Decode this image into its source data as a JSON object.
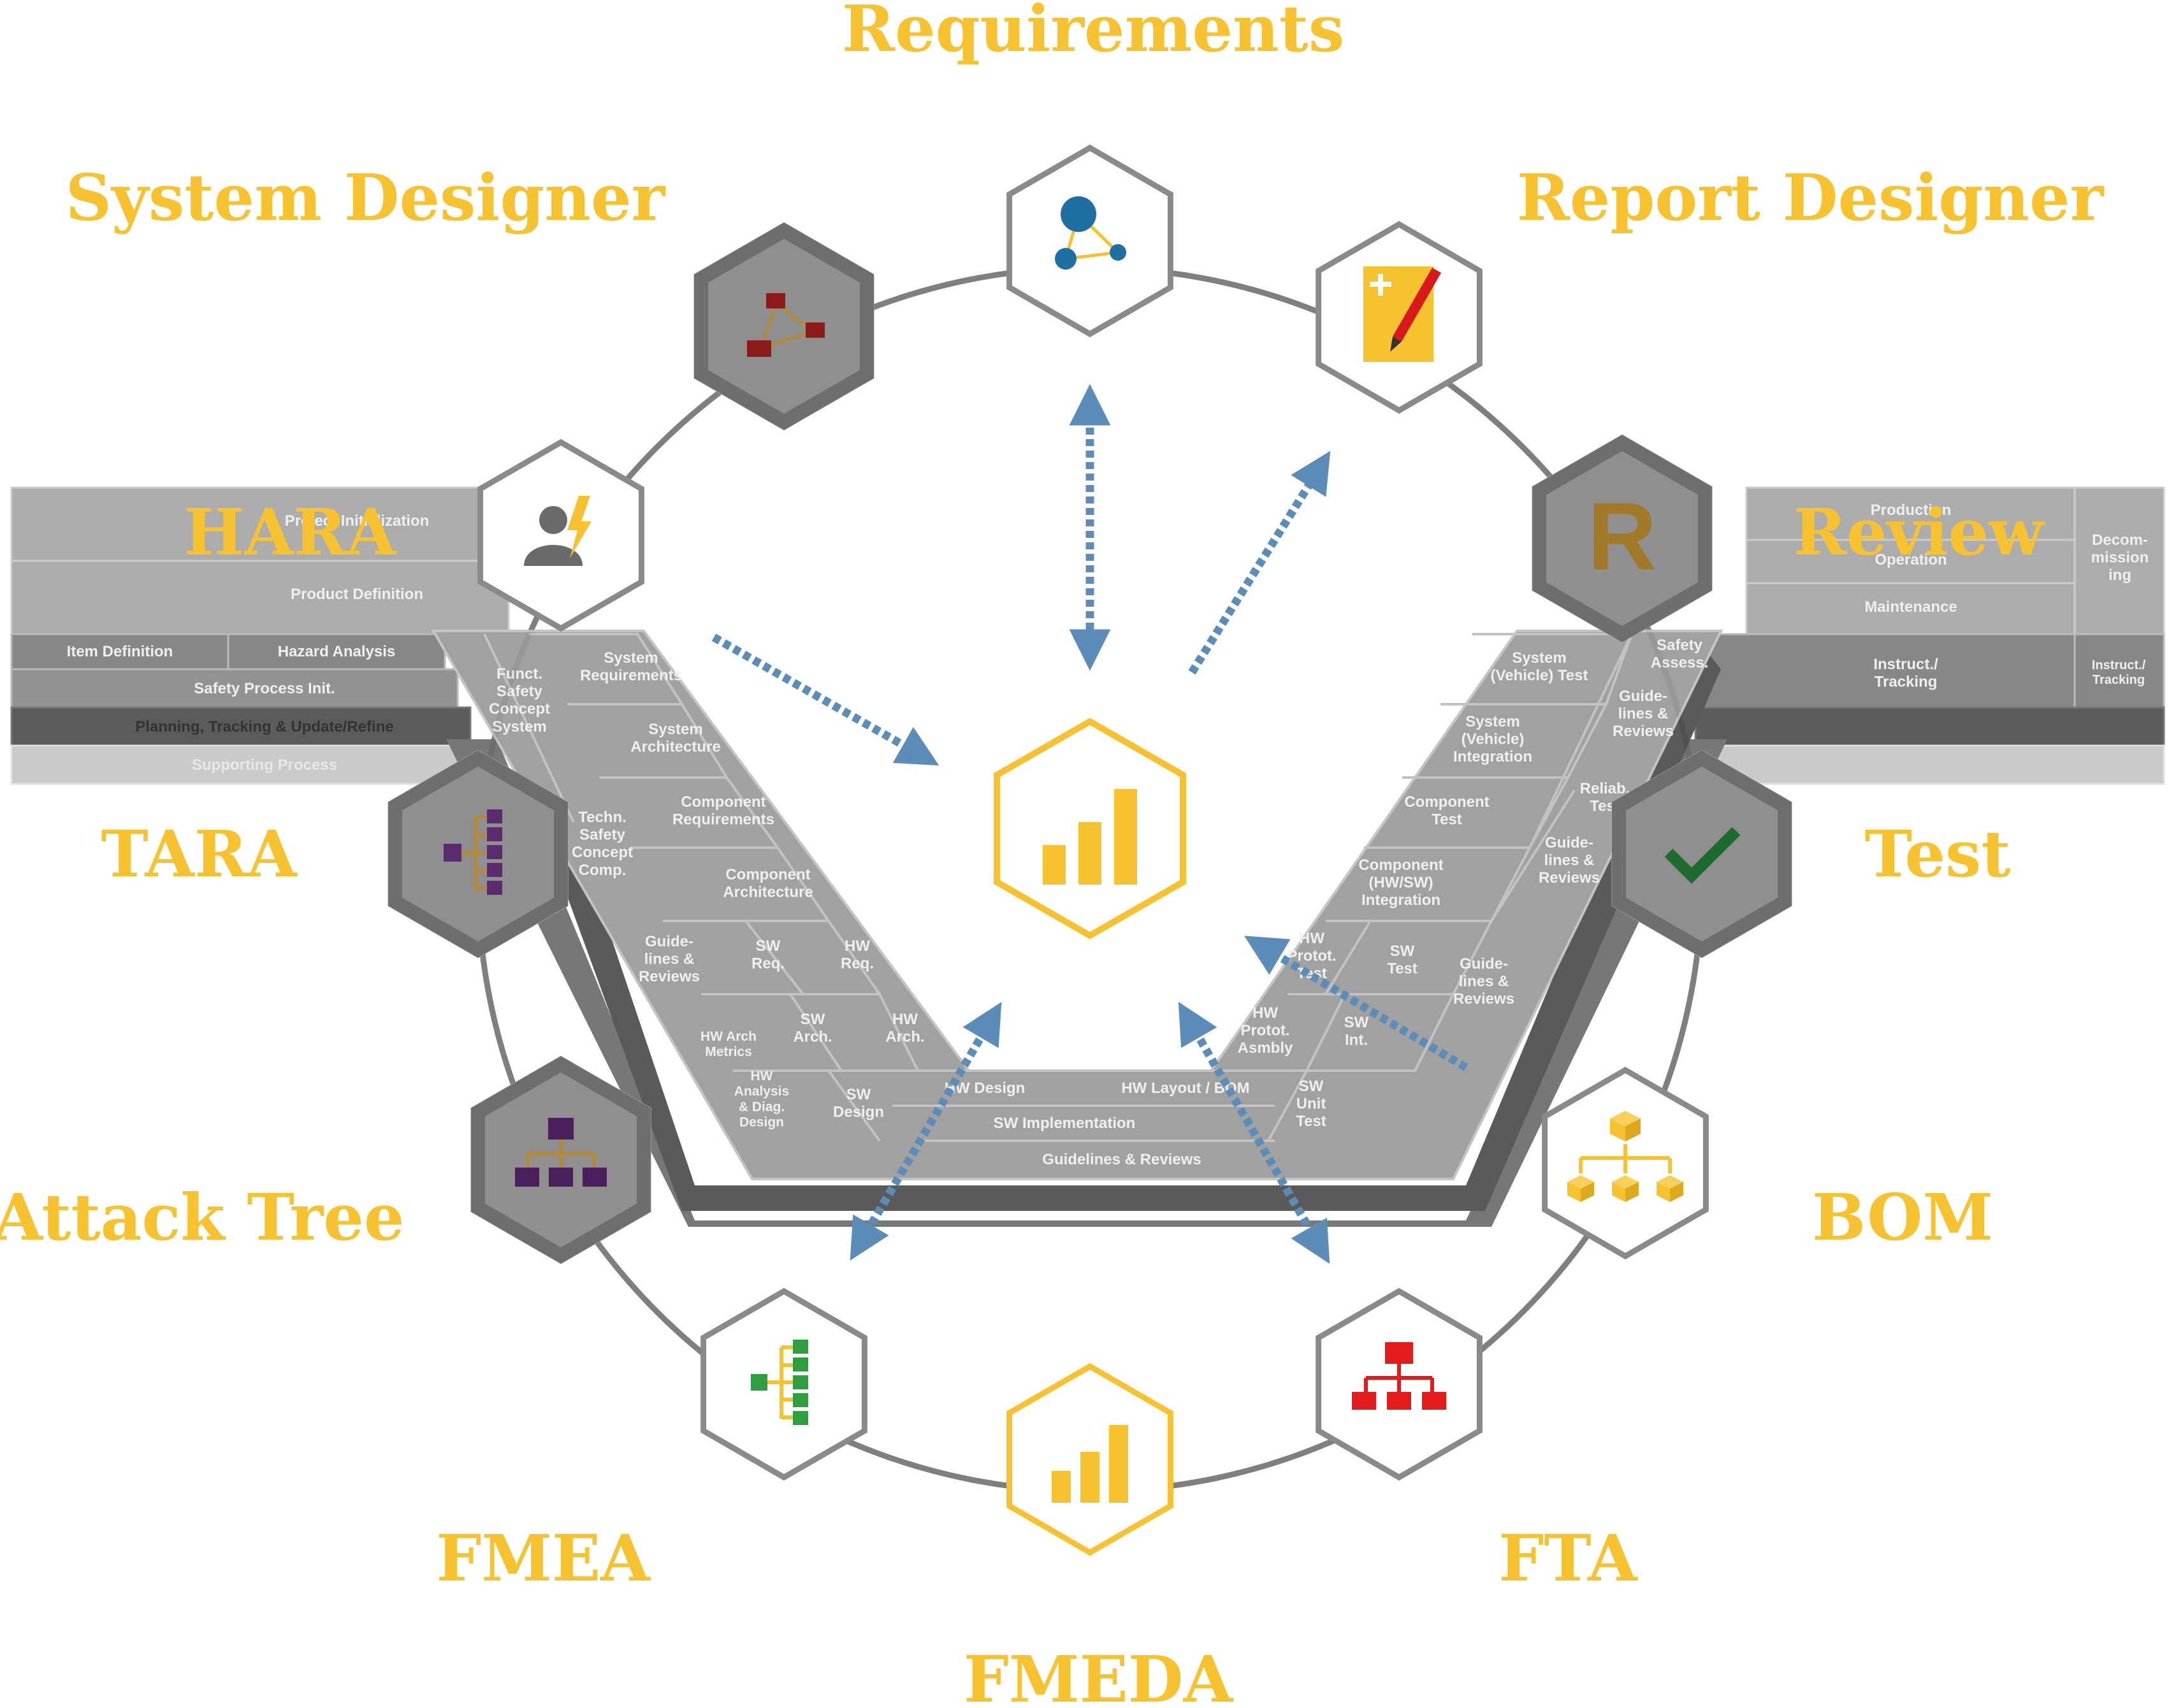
{
  "colors": {
    "accent": "#F7C22F",
    "arrow": "#5B8DB8",
    "hex_stroke_light": "#8a8a8a",
    "hex_fill_dark": "#8f8f8f",
    "v_panel": "#9a9a9a",
    "v_shadow": "#5a5a5a"
  },
  "nodes": [
    {
      "id": "requirements",
      "label": "Requirements",
      "icon": "requirements-graph-icon",
      "style": "light"
    },
    {
      "id": "report-designer",
      "label": "Report Designer",
      "icon": "report-pencil-icon",
      "style": "light"
    },
    {
      "id": "review",
      "label": "Review",
      "icon": "review-r-icon",
      "style": "dark"
    },
    {
      "id": "test",
      "label": "Test",
      "icon": "checkmark-icon",
      "style": "dark"
    },
    {
      "id": "bom",
      "label": "BOM",
      "icon": "bom-cubes-icon",
      "style": "light"
    },
    {
      "id": "fta",
      "label": "FTA",
      "icon": "fault-tree-icon",
      "style": "light"
    },
    {
      "id": "fmeda",
      "label": "FMEDA",
      "icon": "bar-chart-icon",
      "style": "accent"
    },
    {
      "id": "fmea",
      "label": "FMEA",
      "icon": "fmea-tree-icon",
      "style": "light"
    },
    {
      "id": "attack-tree",
      "label": "Attack Tree",
      "icon": "attack-tree-icon",
      "style": "dark"
    },
    {
      "id": "tara",
      "label": "TARA",
      "icon": "tara-tree-icon",
      "style": "dark"
    },
    {
      "id": "hara",
      "label": "HARA",
      "icon": "hazard-person-icon",
      "style": "light"
    },
    {
      "id": "system-designer",
      "label": "System Designer",
      "icon": "system-graph-icon",
      "style": "dark"
    }
  ],
  "center": {
    "icon": "bar-chart-icon"
  },
  "review_letter": "R",
  "vmodel": {
    "left_bands": {
      "project_initialization": "Project Initialization",
      "product_definition": "Product Definition",
      "item_definition": "Item Definition",
      "hazard_analysis": "Hazard Analysis",
      "safety_process_init": "Safety Process Init.",
      "planning": "Planning, Tracking & Update/Refine",
      "supporting_process": "Supporting Process"
    },
    "right_bands": {
      "production": "Production",
      "operation": "Operation",
      "maintenance": "Maintenance",
      "decommissioning": "Decom-\nmission\ning",
      "instruct_tracking": "Instruct./\nTracking",
      "instruct_tracking_small": "Instruct./\nTracking",
      "safety_assess": "Safety\nAssess."
    },
    "left_leg": {
      "system_requirements": "System\nRequirements",
      "system_architecture": "System\nArchitecture",
      "component_requirements": "Component\nRequirements",
      "component_architecture": "Component\nArchitecture",
      "funct_safety_concept": "Funct.\nSafety\nConcept\nSystem",
      "techn_safety_concept": "Techn.\nSafety\nConcept\nComp.",
      "guidelines_reviews": "Guide-\nlines &\nReviews",
      "sw_req": "SW\nReq.",
      "hw_req": "HW\nReq.",
      "sw_arch": "SW\nArch.",
      "hw_arch": "HW\nArch.",
      "hw_arch_metrics": "HW Arch\nMetrics",
      "hw_analysis": "HW\nAnalysis\n& Diag.\nDesign",
      "sw_design": "SW\nDesign"
    },
    "bottom": {
      "hw_design": "HW Design",
      "hw_layout_bom": "HW Layout / BOM",
      "sw_implementation": "SW Implementation",
      "guidelines_reviews": "Guidelines & Reviews"
    },
    "right_leg": {
      "system_vehicle_test": "System\n(Vehicle) Test",
      "system_vehicle_integration": "System\n(Vehicle)\nIntegration",
      "component_test": "Component\nTest",
      "component_integration": "Component\n(HW/SW)\nIntegration",
      "guidelines_reviews_top": "Guide-\nlines &\nReviews",
      "reliab_test": "Reliab.\nTest",
      "guidelines_reviews_mid": "Guide-\nlines &\nReviews",
      "guidelines_reviews_low": "Guide-\nlines &\nReviews",
      "hw_protot_test": "HW\nProtot.\nTest",
      "sw_test": "SW\nTest",
      "hw_protot_asmbly": "HW\nProtot.\nAsmbly",
      "sw_int": "SW\nInt.",
      "sw_unit_test": "SW\nUnit\nTest"
    }
  }
}
